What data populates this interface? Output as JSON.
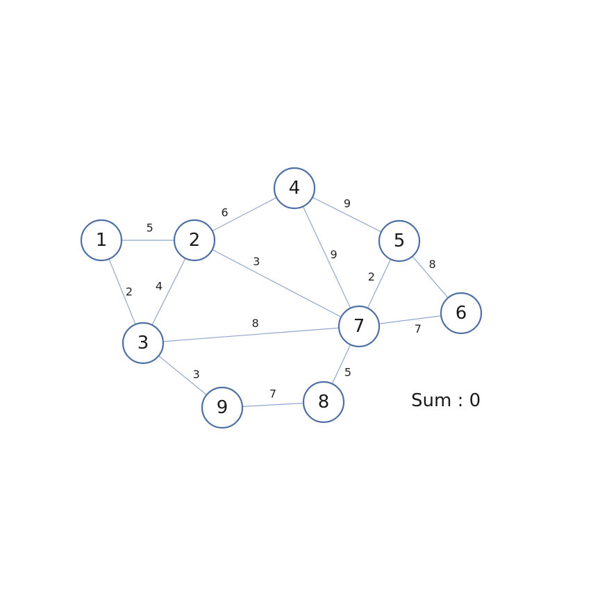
{
  "nodes": [
    {
      "id": "1",
      "label": "1"
    },
    {
      "id": "2",
      "label": "2"
    },
    {
      "id": "3",
      "label": "3"
    },
    {
      "id": "4",
      "label": "4"
    },
    {
      "id": "5",
      "label": "5"
    },
    {
      "id": "6",
      "label": "6"
    },
    {
      "id": "7",
      "label": "7"
    },
    {
      "id": "8",
      "label": "8"
    },
    {
      "id": "9",
      "label": "9"
    }
  ],
  "edges": [
    {
      "from": "1",
      "to": "2",
      "weight": "5"
    },
    {
      "from": "1",
      "to": "3",
      "weight": "2"
    },
    {
      "from": "2",
      "to": "3",
      "weight": "4"
    },
    {
      "from": "2",
      "to": "4",
      "weight": "6"
    },
    {
      "from": "2",
      "to": "7",
      "weight": "3"
    },
    {
      "from": "4",
      "to": "5",
      "weight": "9"
    },
    {
      "from": "4",
      "to": "7",
      "weight": "9"
    },
    {
      "from": "5",
      "to": "7",
      "weight": "2"
    },
    {
      "from": "5",
      "to": "6",
      "weight": "8"
    },
    {
      "from": "7",
      "to": "6",
      "weight": "7"
    },
    {
      "from": "3",
      "to": "7",
      "weight": "8"
    },
    {
      "from": "3",
      "to": "9",
      "weight": "3"
    },
    {
      "from": "9",
      "to": "8",
      "weight": "7"
    },
    {
      "from": "7",
      "to": "8",
      "weight": "5"
    }
  ],
  "sum": {
    "label": "Sum",
    "separator": " : ",
    "value": "0"
  },
  "colors": {
    "edge": "#8fa6cc",
    "node_stroke": "#4d6fa3"
  }
}
